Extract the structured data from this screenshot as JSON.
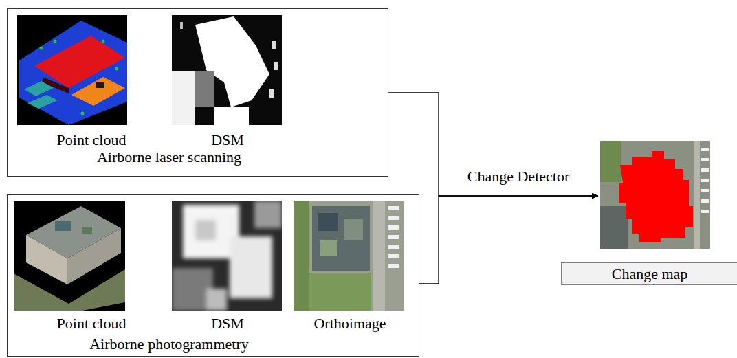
{
  "diagram": {
    "nodes": [
      {
        "text": [
          "Point cloud",
          "DSM",
          "Airborne laser scanning"
        ]
      },
      {
        "text": [
          "Point cloud",
          "DSM",
          "Orthoimage",
          "Airborne photogrammetry"
        ]
      },
      {
        "text": [
          "Change map"
        ]
      }
    ],
    "edges": [
      {
        "from": 0,
        "to": 2,
        "arrow": "to",
        "label": "Change Detector"
      },
      {
        "from": 1,
        "to": 2,
        "arrow": "to"
      }
    ]
  }
}
